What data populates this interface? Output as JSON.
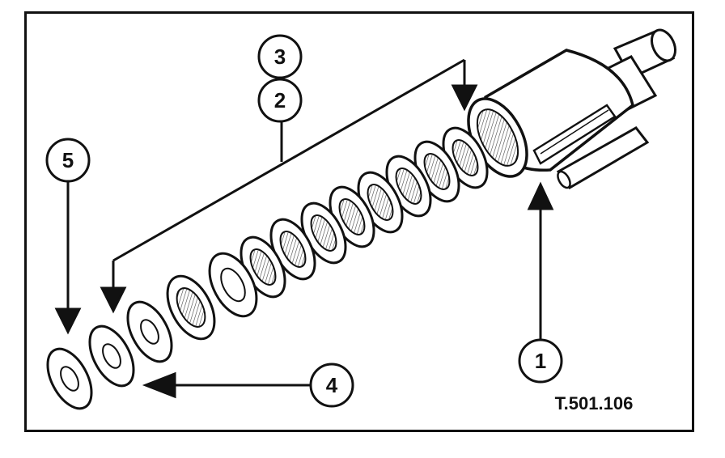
{
  "figure": {
    "reference_code": "T.501.106",
    "callouts": [
      {
        "id": "c1",
        "label": "1"
      },
      {
        "id": "c2",
        "label": "2"
      },
      {
        "id": "c3",
        "label": "3"
      },
      {
        "id": "c4",
        "label": "4"
      },
      {
        "id": "c5",
        "label": "5"
      }
    ]
  }
}
